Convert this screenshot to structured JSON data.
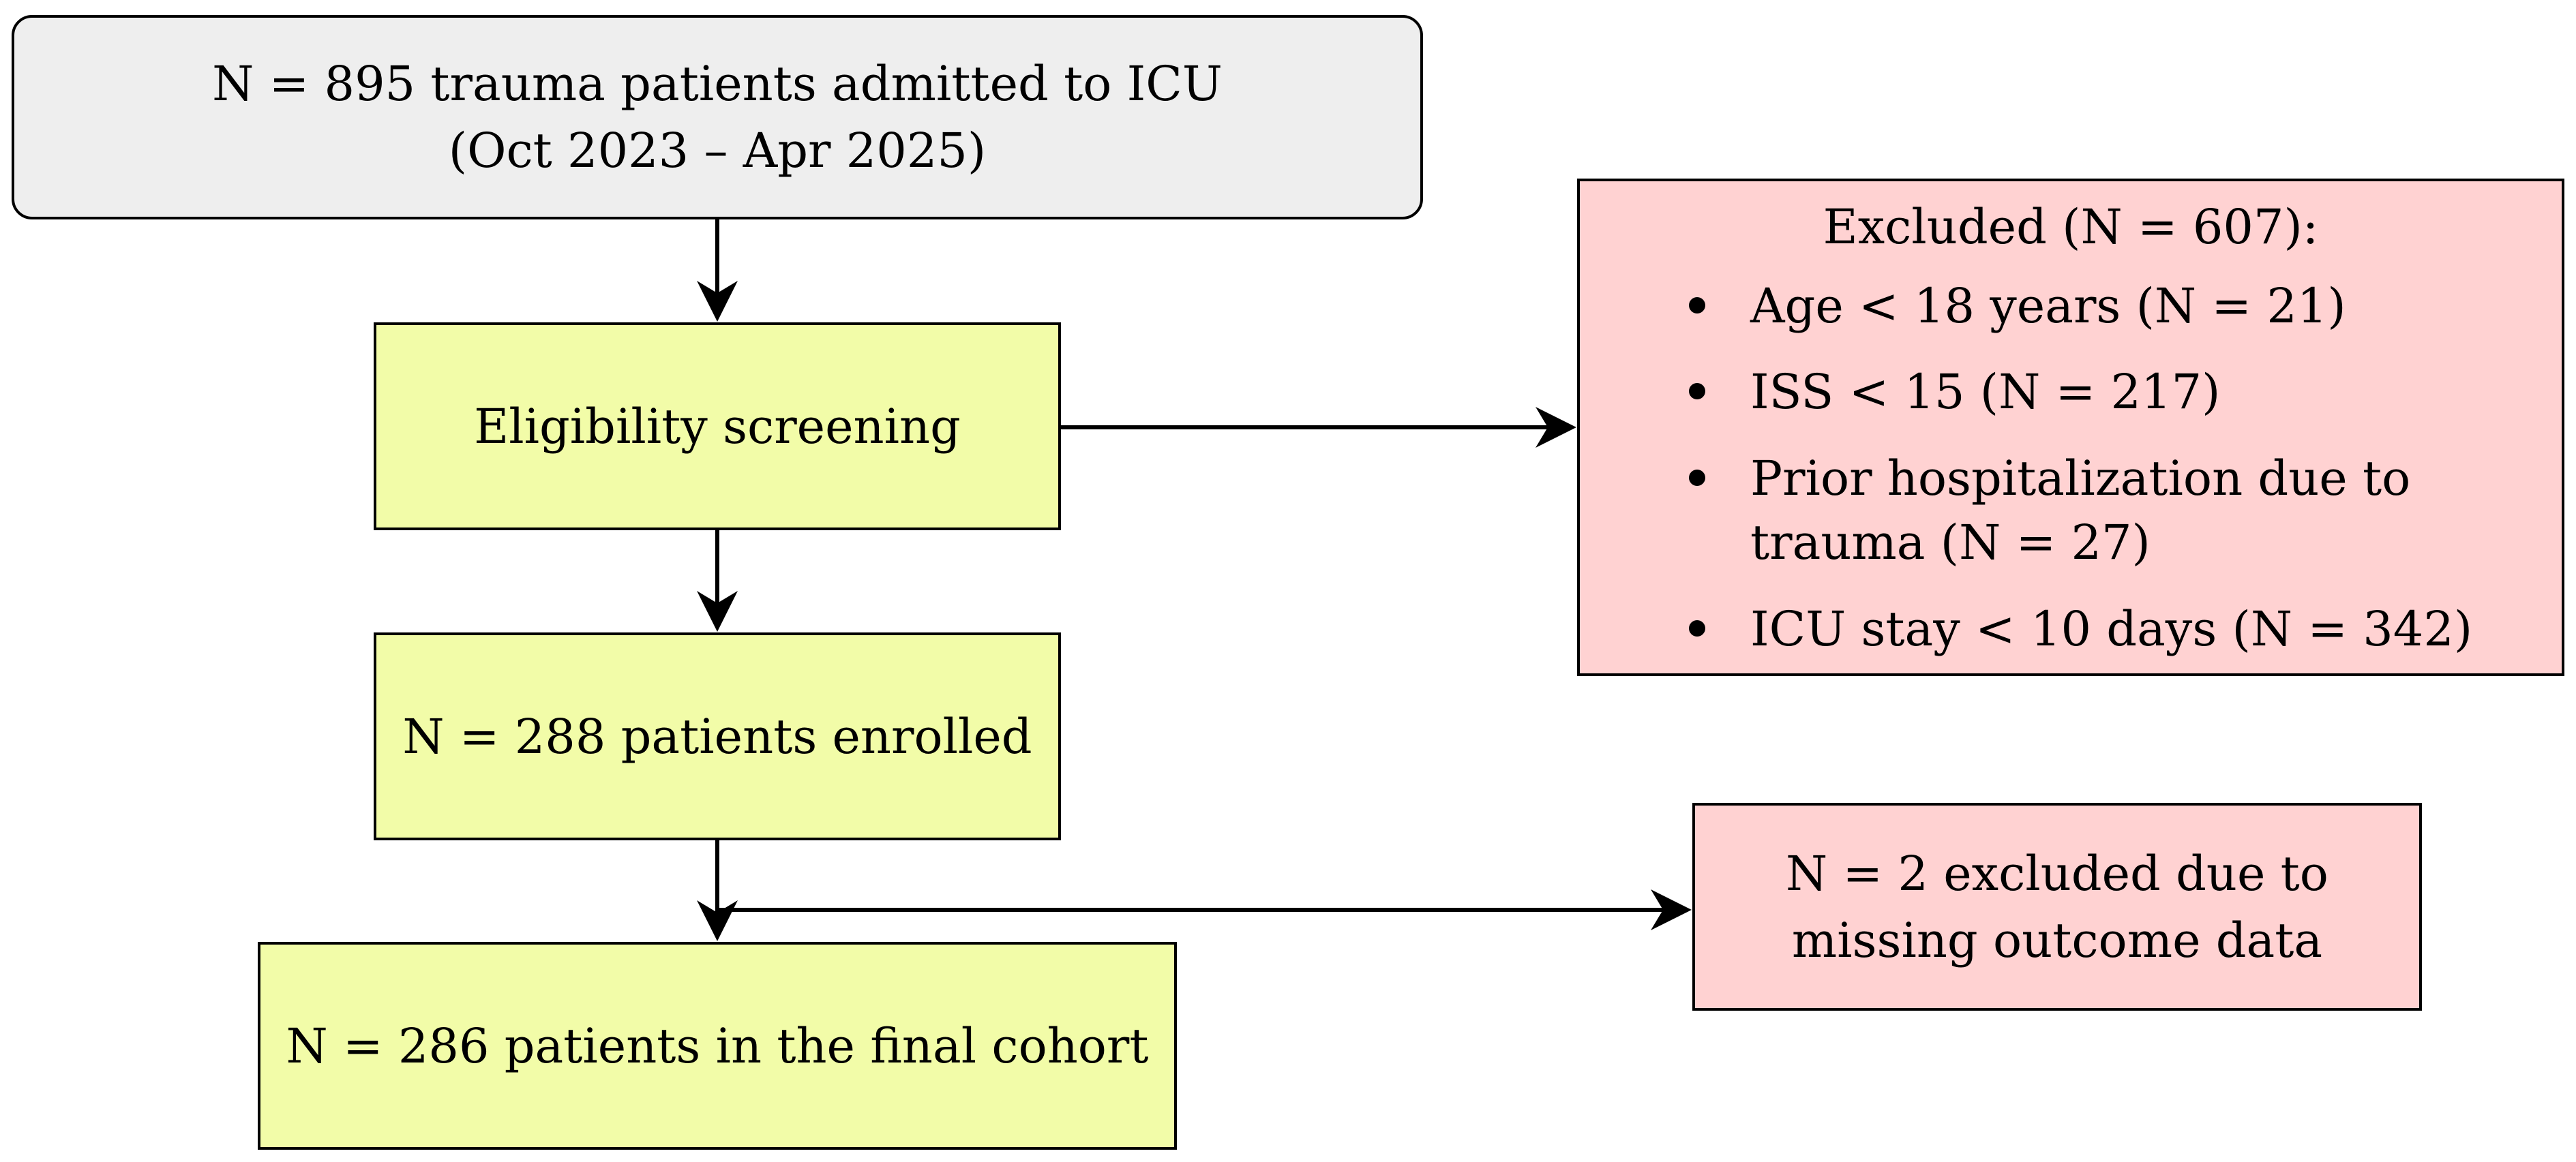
{
  "boxes": {
    "start": {
      "line1": "N = 895 trauma patients admitted to ICU",
      "line2": "(Oct 2023 – Apr 2025)"
    },
    "screening": "Eligibility screening",
    "enrolled": "N = 288 patients enrolled",
    "final": "N = 286 patients in the final cohort",
    "excluded_main": {
      "title": "Excluded (N = 607):",
      "items": [
        "Age < 18 years (N = 21)",
        "ISS < 15 (N = 217)",
        "Prior hospitalization due to trauma (N = 27)",
        "ICU stay < 10 days (N = 342)"
      ]
    },
    "excluded_missing": {
      "line1": "N = 2 excluded due to",
      "line2": "missing outcome data"
    }
  },
  "colors": {
    "start_fill": "#eeeeee",
    "process_fill": "#f2fca8",
    "exclusion_fill": "#ffd2d2",
    "stroke": "#000000"
  }
}
